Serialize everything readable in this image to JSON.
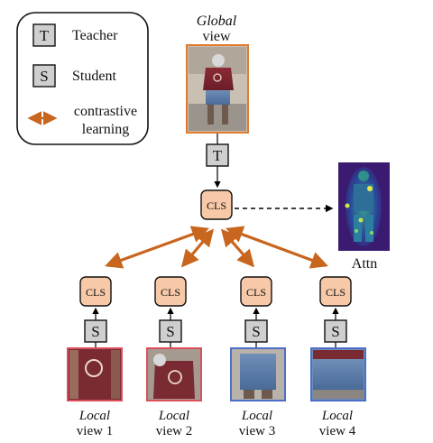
{
  "legend": {
    "teacher_badge": "T",
    "teacher_label": "Teacher",
    "student_badge": "S",
    "student_label": "Student",
    "contrastive_line1": "contrastive",
    "contrastive_line2": "learning"
  },
  "global": {
    "title_line1": "Global",
    "title_line2": "view",
    "teacher_badge": "T",
    "cls_label": "CLS"
  },
  "attn": {
    "label": "Attn"
  },
  "locals": [
    {
      "cls": "CLS",
      "badge": "S",
      "word": "Local",
      "view": "view 1"
    },
    {
      "cls": "CLS",
      "badge": "S",
      "word": "Local",
      "view": "view 2"
    },
    {
      "cls": "CLS",
      "badge": "S",
      "word": "Local",
      "view": "view 3"
    },
    {
      "cls": "CLS",
      "badge": "S",
      "word": "Local",
      "view": "view 4"
    }
  ],
  "colors": {
    "arrow": "#c8651e",
    "cls_fill": "#f7c9a8",
    "global_border": "#e07b2d",
    "local_red": "#d9505a",
    "local_blue": "#4d6fc8",
    "badge_fill": "#cfcfcf"
  }
}
